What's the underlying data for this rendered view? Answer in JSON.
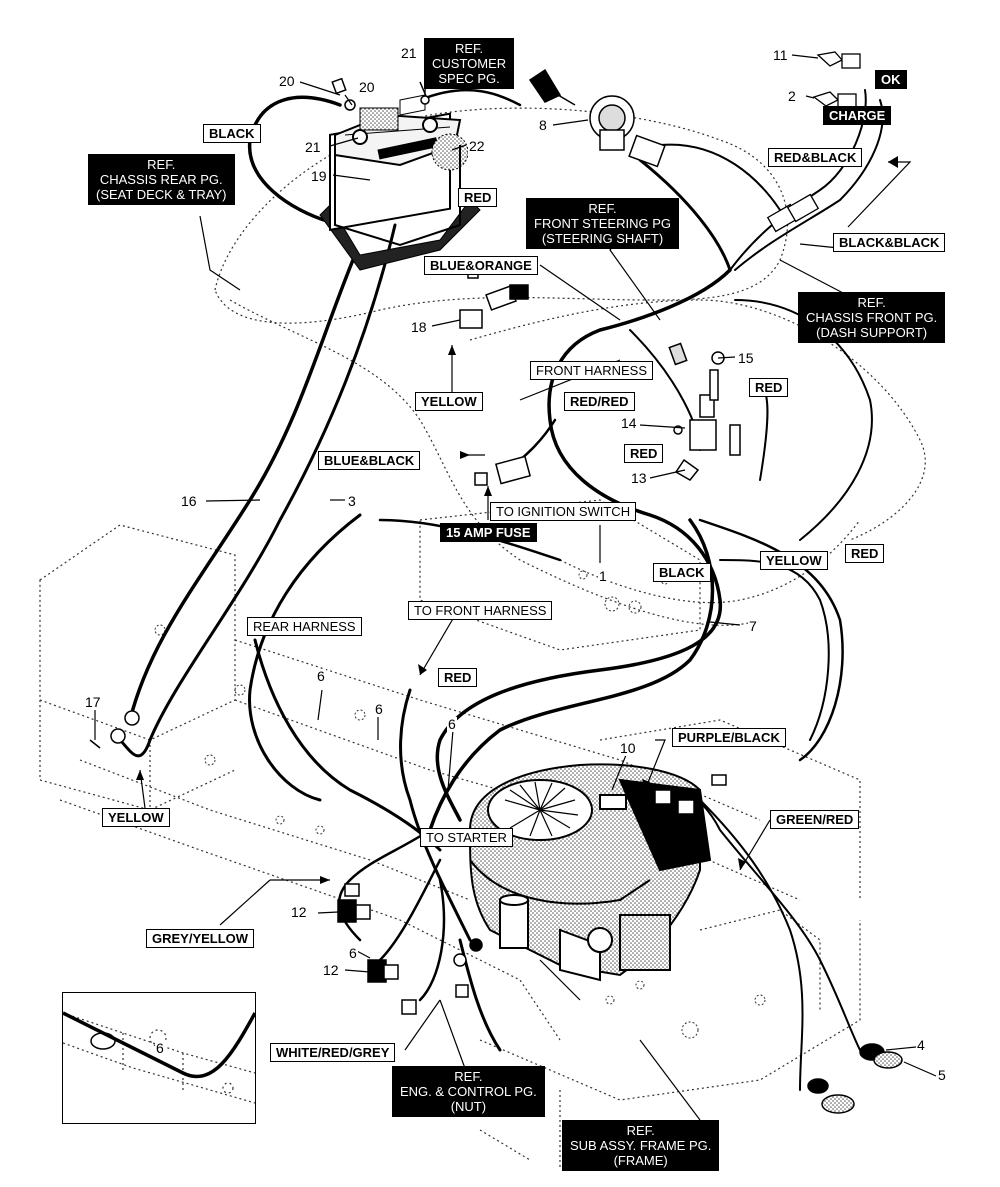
{
  "labels": {
    "black_top": "BLACK",
    "red_battery": "RED",
    "blue_orange": "BLUE&ORANGE",
    "yellow_mid": "YELLOW",
    "blue_black": "BLUE&BLACK",
    "front_harness": "FRONT HARNESS",
    "red_red": "RED/RED",
    "red_15": "RED",
    "red_13": "RED",
    "to_ignition": "TO IGNITION SWITCH",
    "fuse": "15 AMP FUSE",
    "black_mid": "BLACK",
    "yellow_right": "YELLOW",
    "red_right": "RED",
    "rear_harness": "REAR HARNESS",
    "to_front_harness": "TO FRONT HARNESS",
    "red_lower": "RED",
    "purple_black": "PURPLE/BLACK",
    "green_red": "GREEN/RED",
    "to_starter": "TO STARTER",
    "yellow_left": "YELLOW",
    "grey_yellow": "GREY/YELLOW",
    "white_red_grey": "WHITE/RED/GREY",
    "ok": "OK",
    "charge": "CHARGE",
    "red_black": "RED&BLACK",
    "black_black": "BLACK&BLACK"
  },
  "refs": {
    "customer_spec": [
      "REF.",
      "CUSTOMER",
      "SPEC PG."
    ],
    "chassis_rear": [
      "REF.",
      "CHASSIS REAR PG.",
      "(SEAT DECK & TRAY)"
    ],
    "front_steering": [
      "REF.",
      "FRONT STEERING PG",
      "(STEERING SHAFT)"
    ],
    "chassis_front": [
      "REF.",
      "CHASSIS FRONT PG.",
      "(DASH SUPPORT)"
    ],
    "eng_control": [
      "REF.",
      "ENG. & CONTROL PG.",
      "(NUT)"
    ],
    "sub_assy": [
      "REF.",
      "SUB ASSY. FRAME PG.",
      "(FRAME)"
    ]
  },
  "callouts": {
    "n20a": "20",
    "n20b": "20",
    "n21a": "21",
    "n21b": "21",
    "n19": "19",
    "n22": "22",
    "n8": "8",
    "n11": "11",
    "n2": "2",
    "n18": "18",
    "n15": "15",
    "n14": "14",
    "n13": "13",
    "n16": "16",
    "n3": "3",
    "n1": "1",
    "n7": "7",
    "n6a": "6",
    "n6b": "6",
    "n6c": "6",
    "n6d": "6",
    "n6inset": "6",
    "n17": "17",
    "n10": "10",
    "n12a": "12",
    "n12b": "12",
    "n4": "4",
    "n5": "5"
  },
  "colors": {
    "ink": "#000000",
    "paper": "#ffffff",
    "stipple": "#9a9a9a",
    "engine_fill": "#d8d8d8"
  }
}
